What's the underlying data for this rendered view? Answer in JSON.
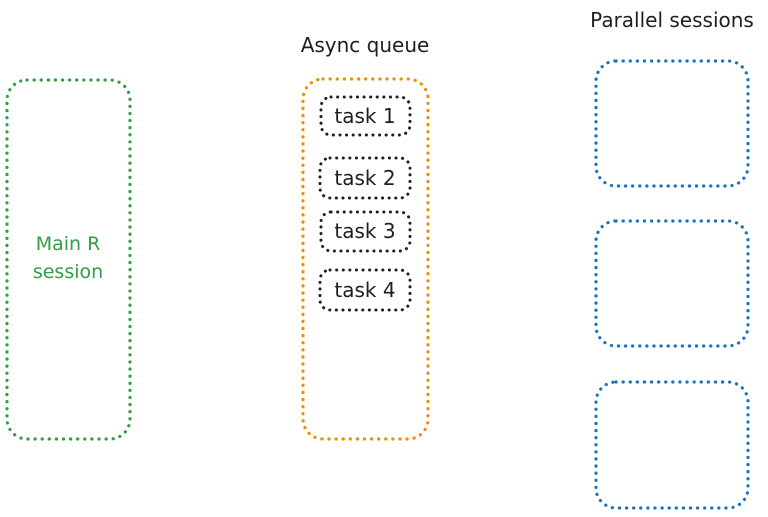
{
  "colors": {
    "main_session": "#2f9e44",
    "queue": "#f08c00",
    "parallel": "#1971c2",
    "task": "#1e1e1e",
    "title_text": "#1e1e1e"
  },
  "main_session": {
    "label_line1": "Main R",
    "label_line2": "session"
  },
  "queue": {
    "title": "Async queue",
    "tasks": [
      {
        "label": "task 1"
      },
      {
        "label": "task 2"
      },
      {
        "label": "task 3"
      },
      {
        "label": "task 4"
      }
    ]
  },
  "parallel": {
    "title": "Parallel sessions"
  }
}
